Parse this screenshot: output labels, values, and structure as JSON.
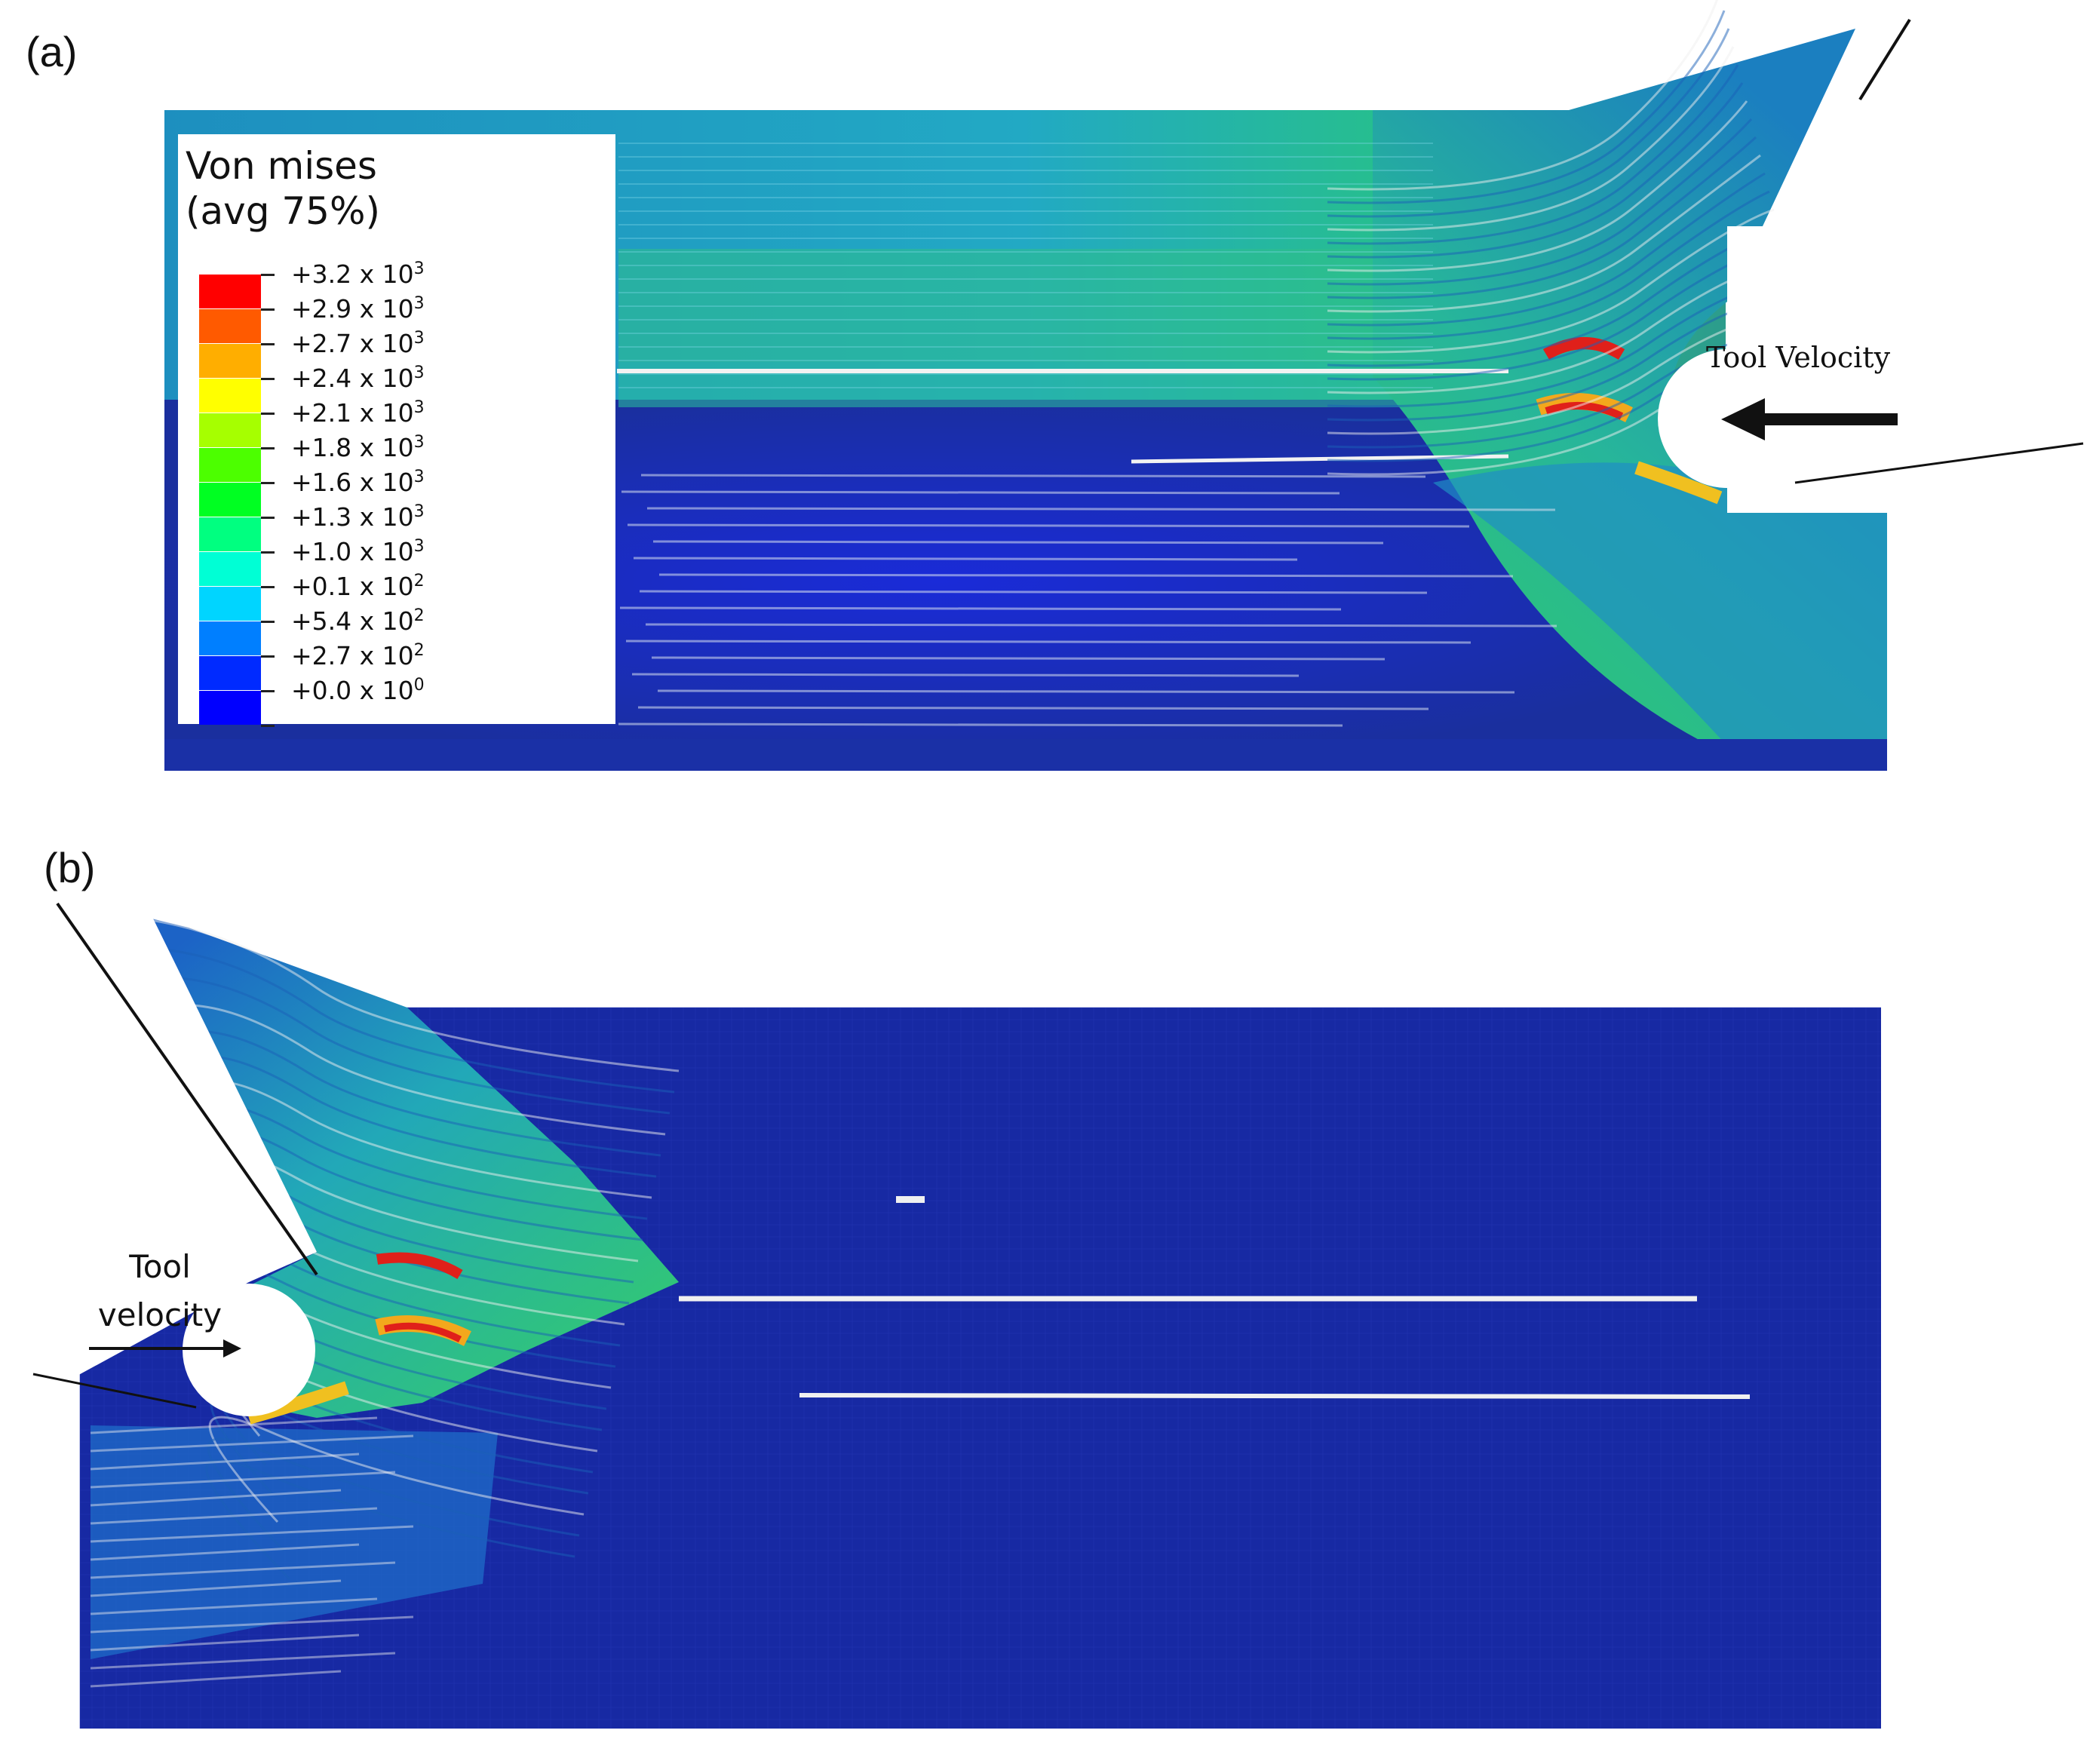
{
  "figure": {
    "panel_a_label": "(a)",
    "panel_b_label": "(b)",
    "legend": {
      "title_line1": "Von mises",
      "title_line2": "(avg 75%)",
      "entries": [
        {
          "mantissa": "+3.2 x 10",
          "exp": "3",
          "color": "#ff0000"
        },
        {
          "mantissa": "+2.9 x 10",
          "exp": "3",
          "color": "#ff5a00"
        },
        {
          "mantissa": "+2.7 x 10",
          "exp": "3",
          "color": "#ffae00"
        },
        {
          "mantissa": "+2.4 x 10",
          "exp": "3",
          "color": "#ffff00"
        },
        {
          "mantissa": "+2.1 x 10",
          "exp": "3",
          "color": "#a6ff00"
        },
        {
          "mantissa": "+1.8 x 10",
          "exp": "3",
          "color": "#4cff00"
        },
        {
          "mantissa": "+1.6 x 10",
          "exp": "3",
          "color": "#00ff22"
        },
        {
          "mantissa": "+1.3 x 10",
          "exp": "3",
          "color": "#00ff80"
        },
        {
          "mantissa": "+1.0 x 10",
          "exp": "3",
          "color": "#00ffd5"
        },
        {
          "mantissa": "+0.1 x 10",
          "exp": "2",
          "color": "#00d5ff"
        },
        {
          "mantissa": "+5.4 x 10",
          "exp": "2",
          "color": "#007fff"
        },
        {
          "mantissa": "+2.7 x 10",
          "exp": "2",
          "color": "#002aff"
        },
        {
          "mantissa": "+0.0 x 10",
          "exp": "0",
          "color": "#0000ff"
        }
      ]
    },
    "annotation_a": "Tool Velocity",
    "annotation_b_line1": "Tool",
    "annotation_b_line2": "velocity",
    "colors": {
      "workpiece_low": "#1631a8",
      "workpiece_mid": "#1f9ec0",
      "band_green": "#3fd24a",
      "hot_red": "#e0201a",
      "crack_white": "#f2f2f2"
    }
  }
}
